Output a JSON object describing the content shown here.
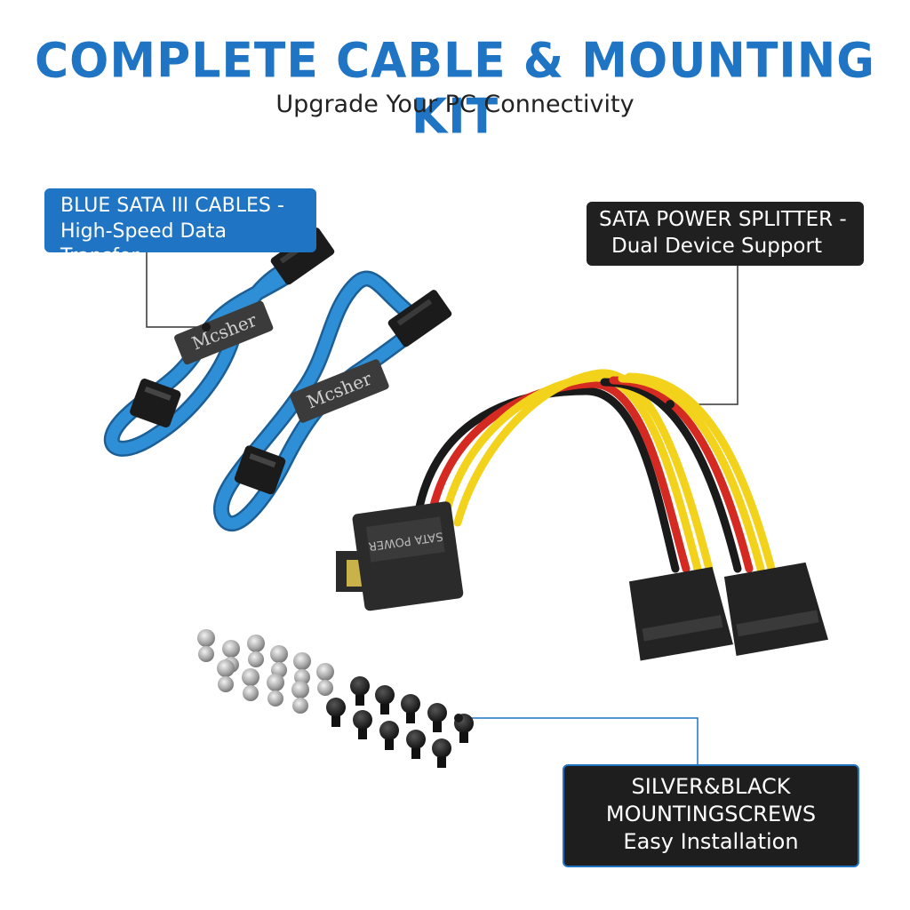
{
  "header": {
    "title": "COMPLETE CABLE & MOUNTING KIT",
    "subtitle": "Upgrade Your PC Connectivity"
  },
  "callouts": {
    "sata_cables": {
      "line1": "BLUE SATA III CABLES -",
      "line2": "High-Speed Data Transfer"
    },
    "power_splitter": {
      "line1": "SATA POWER SPLITTER -",
      "line2": "Dual Device Support"
    },
    "screws": {
      "line1": "SILVER&BLACK",
      "line2": "MOUNTINGSCREWS",
      "line3": "Easy Installation"
    }
  },
  "product": {
    "brand_strap": "Mcsher",
    "connector_label": "SATA POWER"
  },
  "colors": {
    "accent_blue": "#1f74c4",
    "cable_blue": "#2f8fd6",
    "wire_red": "#d42a22",
    "wire_yellow": "#f2d21b",
    "wire_black": "#1a1a1a"
  }
}
